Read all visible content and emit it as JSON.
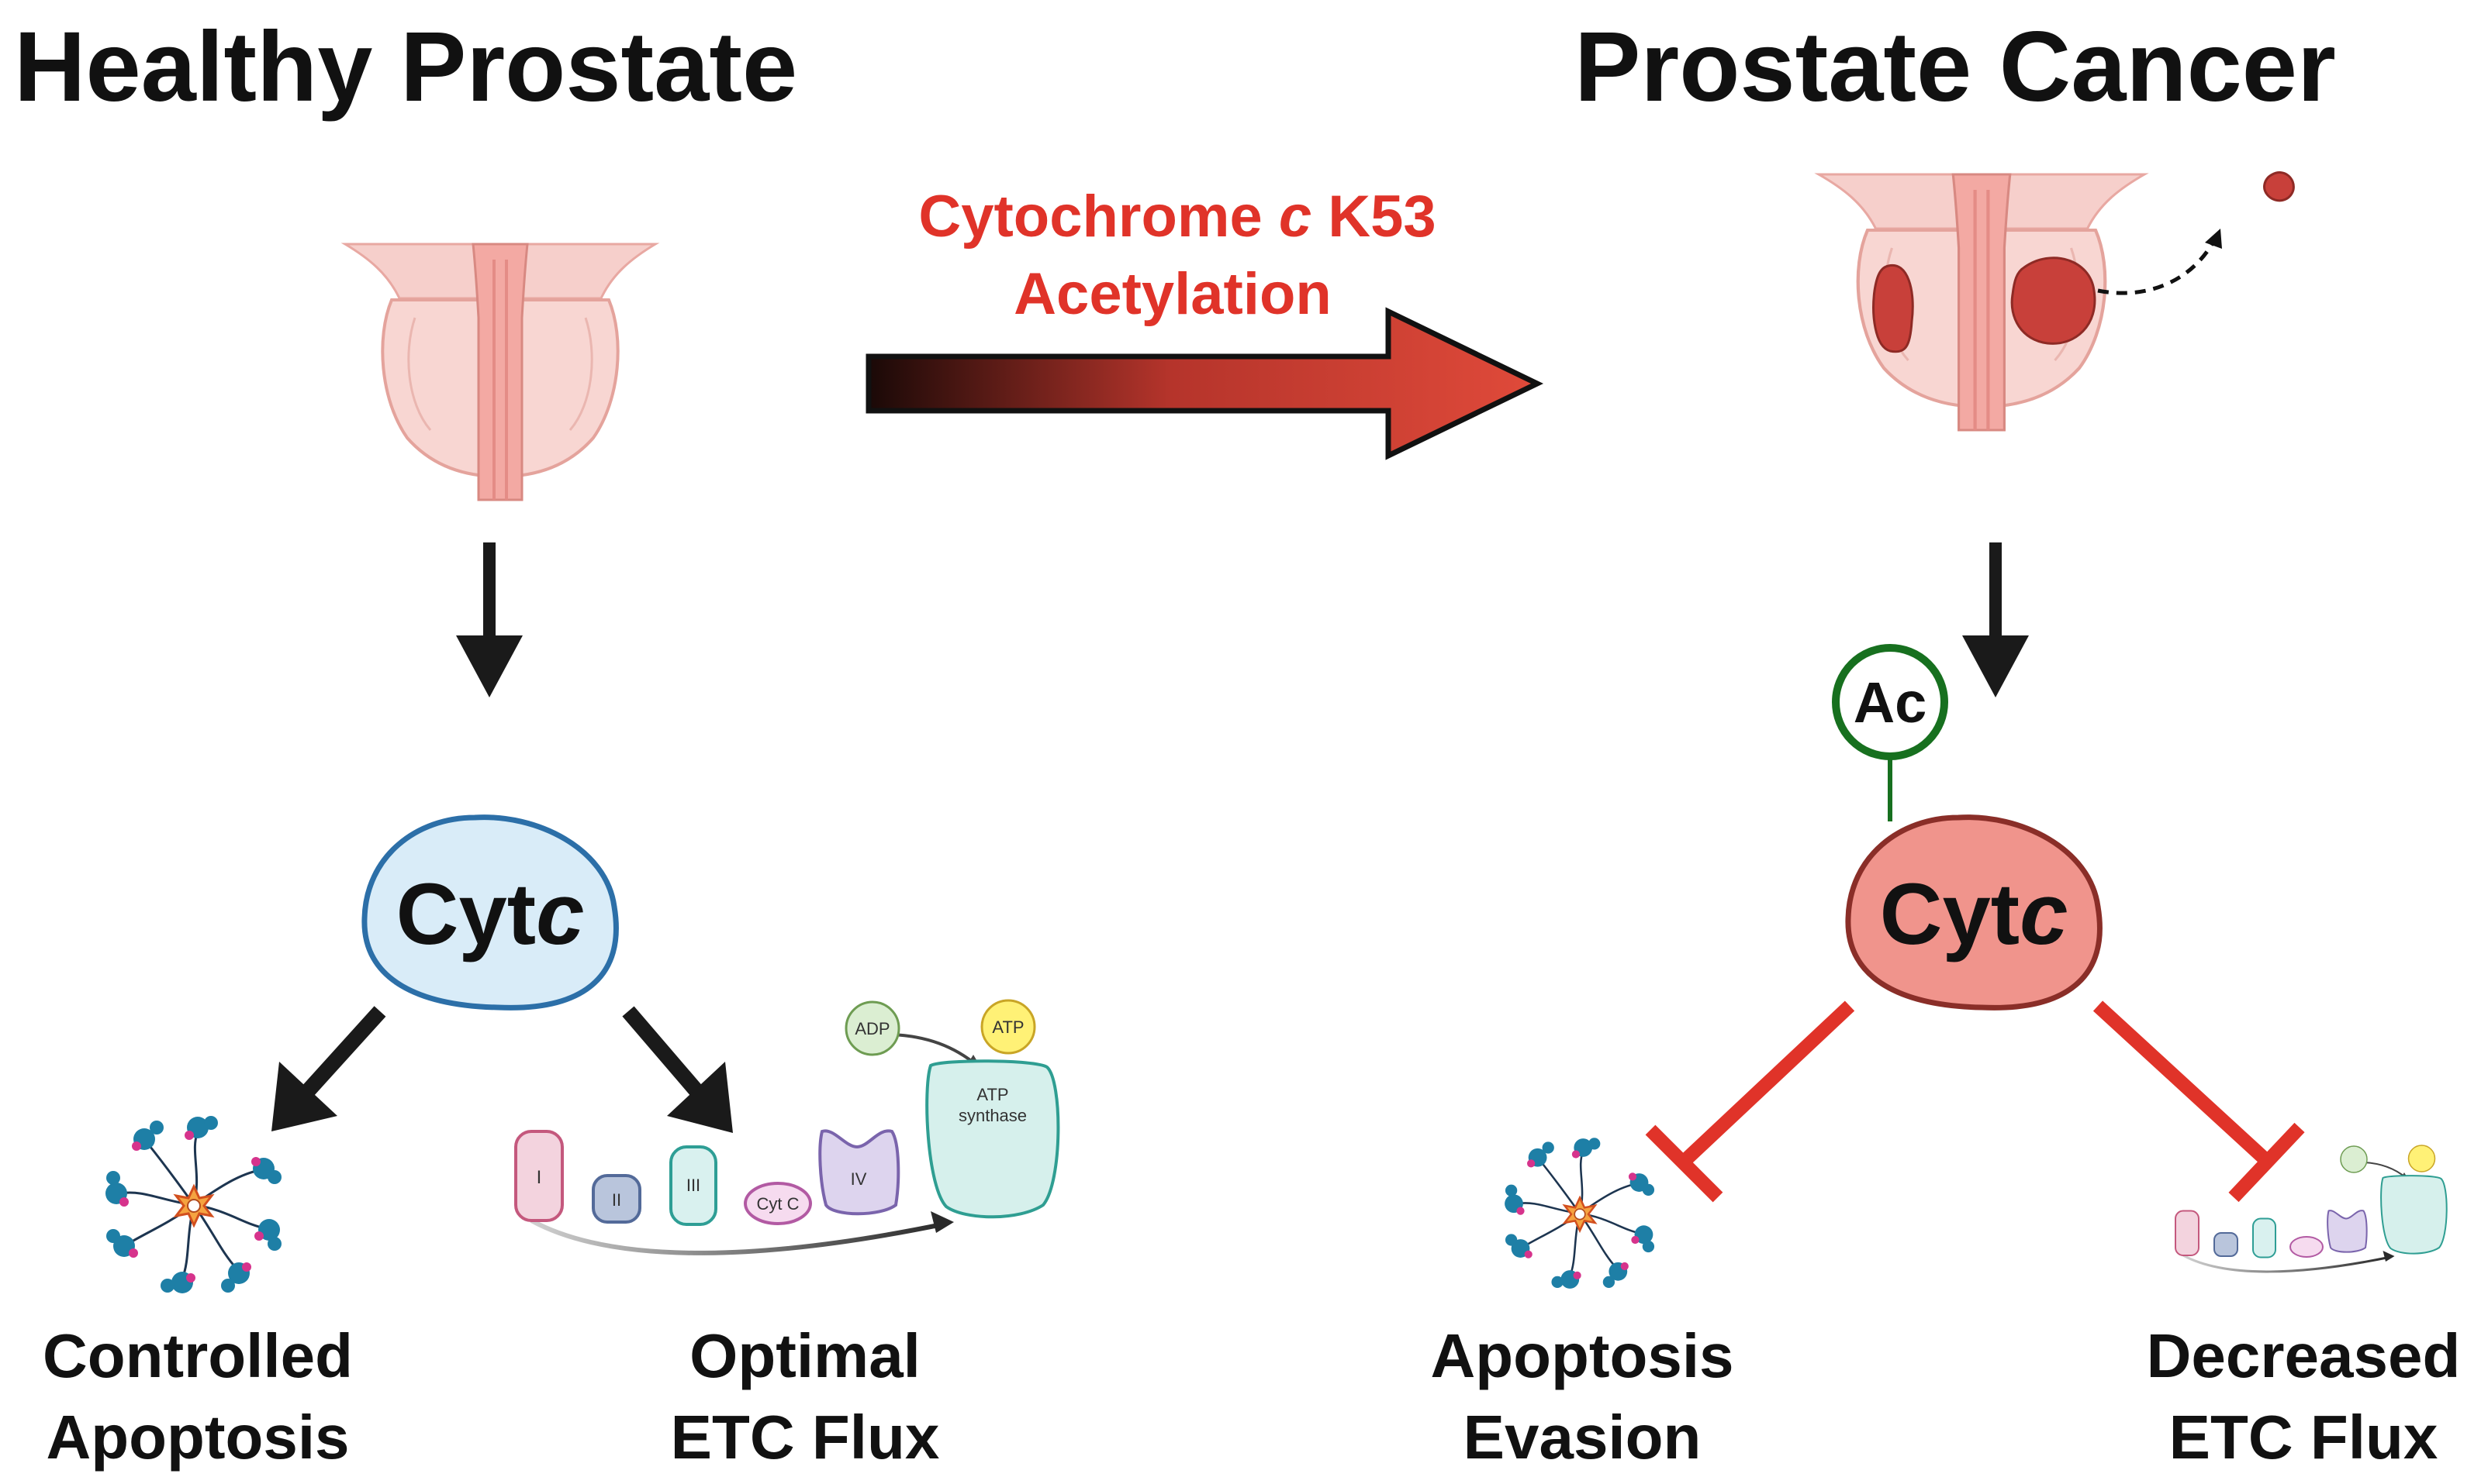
{
  "titles": {
    "left": "Healthy Prostate",
    "right": "Prostate Cancer"
  },
  "transition": {
    "line1_prefix": "Cytochrome ",
    "line1_italic": "c",
    "line1_suffix": " K53",
    "line2": "Acetylation"
  },
  "cytc": {
    "prefix": "Cyt",
    "italic": "c"
  },
  "acetyl_tag": "Ac",
  "etc_labels": {
    "complex1": "I",
    "complex2": "II",
    "complex3": "III",
    "cytc": "Cyt C",
    "complex4": "IV",
    "synthase_line1": "ATP",
    "synthase_line2": "synthase",
    "adp": "ADP",
    "atp": "ATP"
  },
  "outcomes": {
    "left_apoptosis_line1": "Controlled",
    "left_apoptosis_line2": "Apoptosis",
    "left_etc_line1": "Optimal",
    "left_etc_line2": "ETC Flux",
    "right_apoptosis_line1": "Apoptosis",
    "right_apoptosis_line2": "Evasion",
    "right_etc_line1": "Decreased",
    "right_etc_line2": "ETC Flux"
  },
  "colors": {
    "text": "#111111",
    "red": "#e03329",
    "arrow_dark": "#1a1a1a",
    "cytc_healthy_fill": "#d9ecf8",
    "cytc_healthy_stroke": "#2c6fa8",
    "cytc_cancer_fill": "#f0948c",
    "cytc_cancer_stroke": "#8a2e28",
    "ac_stroke": "#17701f",
    "tissue_pink": "#f8d3d0",
    "tumor": "#c8403a",
    "apoptosome_blue": "#1e7fa6",
    "apoptosome_magenta": "#d6338c",
    "apoptosome_core": "#e8731f"
  }
}
